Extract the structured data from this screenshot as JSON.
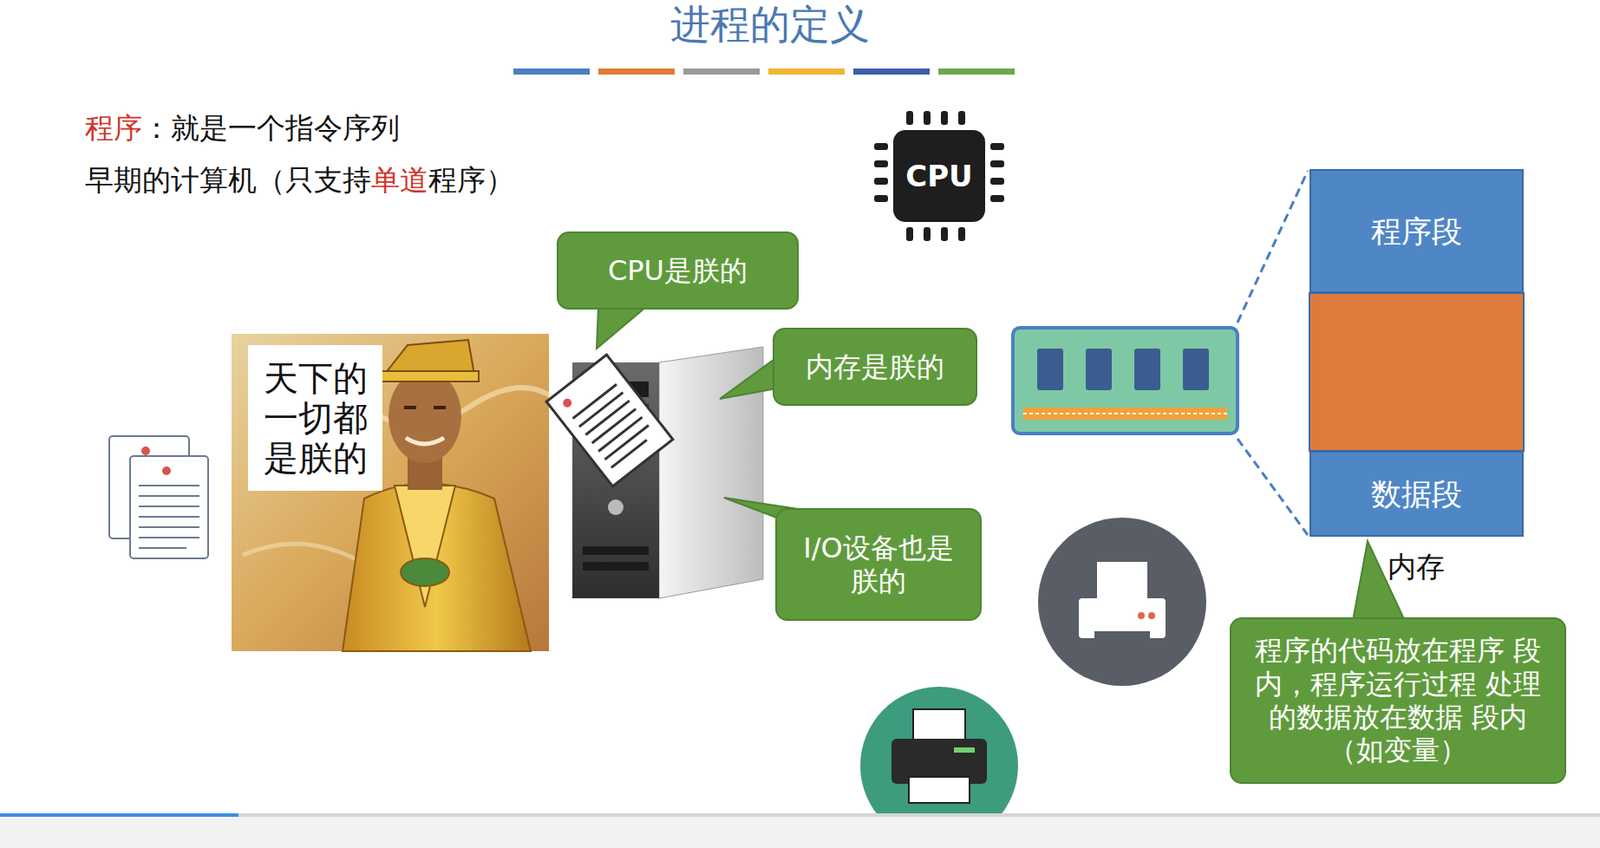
{
  "diagram": {
    "title": "进程的定义",
    "nodes": [
      {
        "text": [
          "CPU是朕的"
        ]
      },
      {
        "text": [
          "内存是朕的"
        ]
      },
      {
        "text": [
          "I/O设备也是 朕的"
        ]
      },
      {
        "text": [
          "天下的 一切都 是朕的"
        ]
      },
      {
        "text": [
          "程序段"
        ]
      },
      {
        "text": [
          "数据段"
        ]
      },
      {
        "text": [
          "程序的代码放在程序 段内，程序运行过程 处理的数据放在数据 段内（如变量）"
        ]
      }
    ],
    "labels": [
      "程序",
      "：就是一个指令序列",
      "早期的计算机（只支持",
      "单道",
      "程序）",
      "CPU",
      "内存"
    ]
  }
}
